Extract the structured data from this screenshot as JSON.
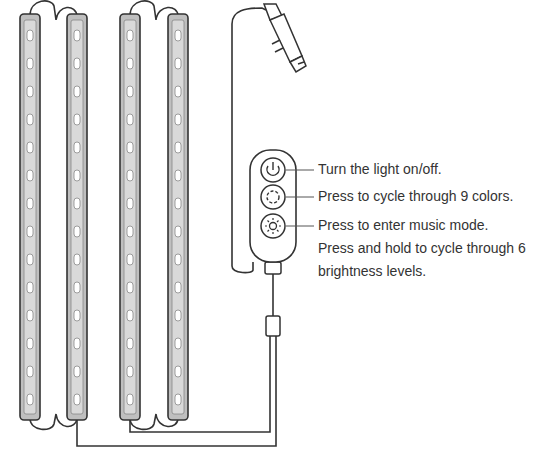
{
  "diagram": {
    "labels": [
      "Turn the light on/off.",
      "Press to cycle through 9 colors.",
      "Press to enter music mode.",
      "Press and hold to cycle through 6 brightness levels."
    ]
  }
}
